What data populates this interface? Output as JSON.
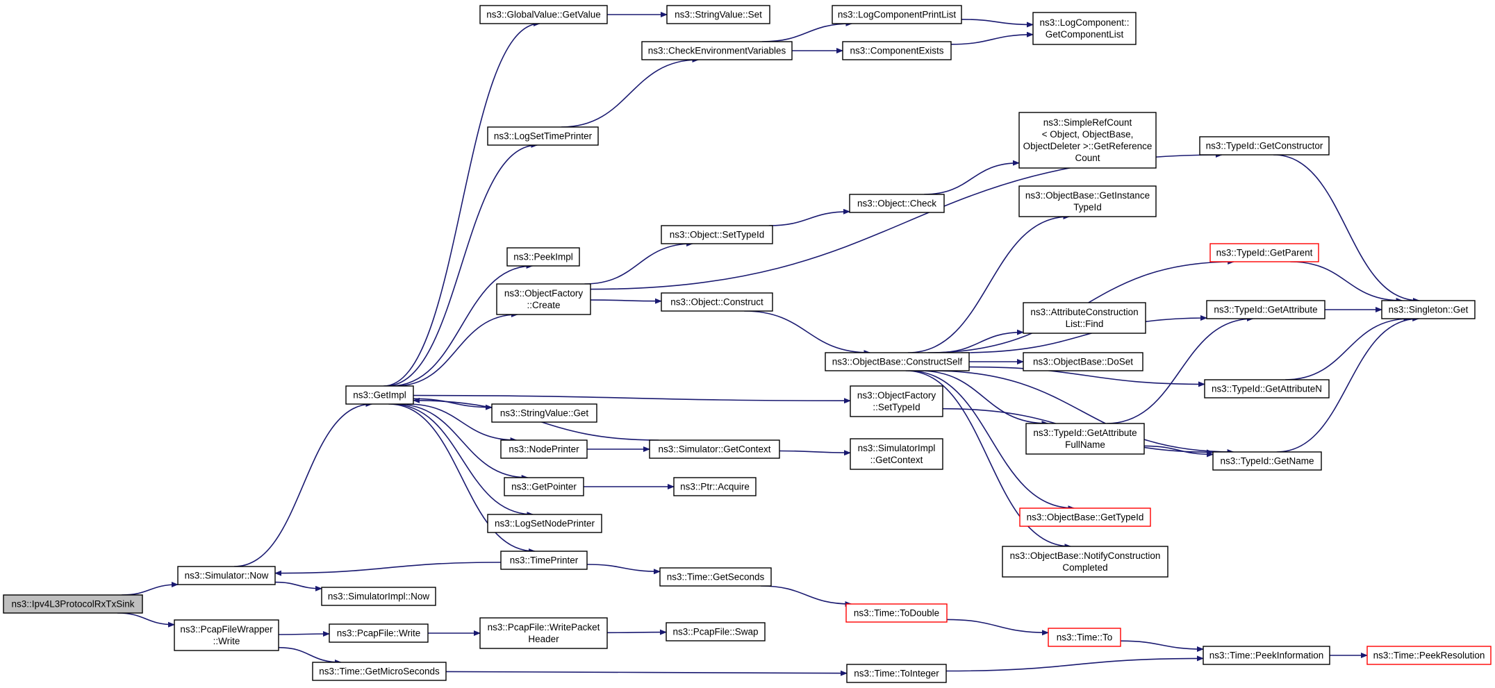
{
  "nodes": [
    {
      "id": "root",
      "lines": [
        "ns3::Ipv4L3ProtocolRxTxSink"
      ],
      "style": "root"
    },
    {
      "id": "sim_now",
      "lines": [
        "ns3::Simulator::Now"
      ],
      "style": "normal"
    },
    {
      "id": "pcap_wrap",
      "lines": [
        "ns3::PcapFileWrapper",
        "::Write"
      ],
      "style": "normal"
    },
    {
      "id": "getimpl",
      "lines": [
        "ns3::GetImpl"
      ],
      "style": "normal"
    },
    {
      "id": "simimpl_now",
      "lines": [
        "ns3::SimulatorImpl::Now"
      ],
      "style": "normal"
    },
    {
      "id": "pcap_write",
      "lines": [
        "ns3::PcapFile::Write"
      ],
      "style": "normal"
    },
    {
      "id": "time_getmicro",
      "lines": [
        "ns3::Time::GetMicroSeconds"
      ],
      "style": "normal"
    },
    {
      "id": "globalvalue_getvalue",
      "lines": [
        "ns3::GlobalValue::GetValue"
      ],
      "style": "normal"
    },
    {
      "id": "log_settimeprinter",
      "lines": [
        "ns3::LogSetTimePrinter"
      ],
      "style": "normal"
    },
    {
      "id": "peekimpl",
      "lines": [
        "ns3::PeekImpl"
      ],
      "style": "normal"
    },
    {
      "id": "objfactory_create",
      "lines": [
        "ns3::ObjectFactory",
        "::Create"
      ],
      "style": "normal"
    },
    {
      "id": "stringvalue_get",
      "lines": [
        "ns3::StringValue::Get"
      ],
      "style": "normal"
    },
    {
      "id": "nodeprinter",
      "lines": [
        "ns3::NodePrinter"
      ],
      "style": "normal"
    },
    {
      "id": "getpointer",
      "lines": [
        "ns3::GetPointer"
      ],
      "style": "normal"
    },
    {
      "id": "log_setnodeprinter",
      "lines": [
        "ns3::LogSetNodePrinter"
      ],
      "style": "normal"
    },
    {
      "id": "timeprinter",
      "lines": [
        "ns3::TimePrinter"
      ],
      "style": "normal"
    },
    {
      "id": "pcap_writepacketheader",
      "lines": [
        "ns3::PcapFile::WritePacket",
        "Header"
      ],
      "style": "normal"
    },
    {
      "id": "stringvalue_set",
      "lines": [
        "ns3::StringValue::Set"
      ],
      "style": "normal"
    },
    {
      "id": "check_env",
      "lines": [
        "ns3::CheckEnvironmentVariables"
      ],
      "style": "normal"
    },
    {
      "id": "object_settypeid",
      "lines": [
        "ns3::Object::SetTypeId"
      ],
      "style": "normal"
    },
    {
      "id": "object_construct",
      "lines": [
        "ns3::Object::Construct"
      ],
      "style": "normal"
    },
    {
      "id": "simulator_getcontext",
      "lines": [
        "ns3::Simulator::GetContext"
      ],
      "style": "normal"
    },
    {
      "id": "ptr_acquire",
      "lines": [
        "ns3::Ptr::Acquire"
      ],
      "style": "normal"
    },
    {
      "id": "time_getseconds",
      "lines": [
        "ns3::Time::GetSeconds"
      ],
      "style": "normal"
    },
    {
      "id": "pcap_swap",
      "lines": [
        "ns3::PcapFile::Swap"
      ],
      "style": "normal"
    },
    {
      "id": "log_componentprintlist",
      "lines": [
        "ns3::LogComponentPrintList"
      ],
      "style": "normal"
    },
    {
      "id": "componentexists",
      "lines": [
        "ns3::ComponentExists"
      ],
      "style": "normal"
    },
    {
      "id": "object_check",
      "lines": [
        "ns3::Object::Check"
      ],
      "style": "normal"
    },
    {
      "id": "objbase_constructself",
      "lines": [
        "ns3::ObjectBase::ConstructSelf"
      ],
      "style": "normal"
    },
    {
      "id": "objfactory_settypeid",
      "lines": [
        "ns3::ObjectFactory",
        "::SetTypeId"
      ],
      "style": "normal"
    },
    {
      "id": "simimpl_getcontext",
      "lines": [
        "ns3::SimulatorImpl",
        "::GetContext"
      ],
      "style": "normal"
    },
    {
      "id": "time_todouble",
      "lines": [
        "ns3::Time::ToDouble"
      ],
      "style": "red"
    },
    {
      "id": "time_tointeger",
      "lines": [
        "ns3::Time::ToInteger"
      ],
      "style": "normal"
    },
    {
      "id": "logcomponent_getlist",
      "lines": [
        "ns3::LogComponent::",
        "GetComponentList"
      ],
      "style": "normal"
    },
    {
      "id": "simplerefcount",
      "lines": [
        "ns3::SimpleRefCount",
        "< Object, ObjectBase,",
        "ObjectDeleter >::GetReference",
        "Count"
      ],
      "style": "normal"
    },
    {
      "id": "objbase_getinstancetypeid",
      "lines": [
        "ns3::ObjectBase::GetInstance",
        "TypeId"
      ],
      "style": "normal"
    },
    {
      "id": "attrconstructionlist_find",
      "lines": [
        "ns3::AttributeConstruction",
        "List::Find"
      ],
      "style": "normal"
    },
    {
      "id": "objbase_doset",
      "lines": [
        "ns3::ObjectBase::DoSet"
      ],
      "style": "normal"
    },
    {
      "id": "typeid_getattributefullname",
      "lines": [
        "ns3::TypeId::GetAttribute",
        "FullName"
      ],
      "style": "normal"
    },
    {
      "id": "objbase_gettypeid",
      "lines": [
        "ns3::ObjectBase::GetTypeId"
      ],
      "style": "red"
    },
    {
      "id": "objbase_notifyconstruction",
      "lines": [
        "ns3::ObjectBase::NotifyConstruction",
        "Completed"
      ],
      "style": "normal"
    },
    {
      "id": "time_to",
      "lines": [
        "ns3::Time::To"
      ],
      "style": "red"
    },
    {
      "id": "typeid_getconstructor",
      "lines": [
        "ns3::TypeId::GetConstructor"
      ],
      "style": "normal"
    },
    {
      "id": "typeid_getparent",
      "lines": [
        "ns3::TypeId::GetParent"
      ],
      "style": "red"
    },
    {
      "id": "typeid_getattribute",
      "lines": [
        "ns3::TypeId::GetAttribute"
      ],
      "style": "normal"
    },
    {
      "id": "typeid_getattributen",
      "lines": [
        "ns3::TypeId::GetAttributeN"
      ],
      "style": "normal"
    },
    {
      "id": "typeid_getname",
      "lines": [
        "ns3::TypeId::GetName"
      ],
      "style": "normal"
    },
    {
      "id": "time_peekinformation",
      "lines": [
        "ns3::Time::PeekInformation"
      ],
      "style": "normal"
    },
    {
      "id": "singleton_get",
      "lines": [
        "ns3::Singleton::Get"
      ],
      "style": "normal"
    },
    {
      "id": "time_peekresolution",
      "lines": [
        "ns3::Time::PeekResolution"
      ],
      "style": "red"
    }
  ],
  "edges": [
    [
      "root",
      "sim_now"
    ],
    [
      "root",
      "pcap_wrap"
    ],
    [
      "sim_now",
      "getimpl"
    ],
    [
      "sim_now",
      "simimpl_now"
    ],
    [
      "pcap_wrap",
      "pcap_write"
    ],
    [
      "pcap_wrap",
      "time_getmicro"
    ],
    [
      "getimpl",
      "globalvalue_getvalue"
    ],
    [
      "getimpl",
      "log_settimeprinter"
    ],
    [
      "getimpl",
      "peekimpl"
    ],
    [
      "getimpl",
      "objfactory_create"
    ],
    [
      "getimpl",
      "stringvalue_get"
    ],
    [
      "getimpl",
      "nodeprinter"
    ],
    [
      "getimpl",
      "getpointer"
    ],
    [
      "getimpl",
      "log_setnodeprinter"
    ],
    [
      "getimpl",
      "timeprinter"
    ],
    [
      "getimpl",
      "objfactory_settypeid"
    ],
    [
      "timeprinter",
      "sim_now"
    ],
    [
      "timeprinter",
      "time_getseconds"
    ],
    [
      "globalvalue_getvalue",
      "stringvalue_set"
    ],
    [
      "log_settimeprinter",
      "check_env"
    ],
    [
      "check_env",
      "log_componentprintlist"
    ],
    [
      "check_env",
      "componentexists"
    ],
    [
      "log_componentprintlist",
      "logcomponent_getlist"
    ],
    [
      "componentexists",
      "logcomponent_getlist"
    ],
    [
      "objfactory_create",
      "object_settypeid"
    ],
    [
      "objfactory_create",
      "object_construct"
    ],
    [
      "objfactory_create",
      "typeid_getconstructor"
    ],
    [
      "object_settypeid",
      "object_check"
    ],
    [
      "object_check",
      "simplerefcount"
    ],
    [
      "object_construct",
      "objbase_constructself"
    ],
    [
      "nodeprinter",
      "simulator_getcontext"
    ],
    [
      "simulator_getcontext",
      "getimpl"
    ],
    [
      "simulator_getcontext",
      "simimpl_getcontext"
    ],
    [
      "getpointer",
      "ptr_acquire"
    ],
    [
      "pcap_write",
      "pcap_writepacketheader"
    ],
    [
      "pcap_writepacketheader",
      "pcap_swap"
    ],
    [
      "time_getseconds",
      "time_todouble"
    ],
    [
      "time_todouble",
      "time_to"
    ],
    [
      "time_to",
      "time_peekinformation"
    ],
    [
      "time_getmicro",
      "time_tointeger"
    ],
    [
      "time_tointeger",
      "time_peekinformation"
    ],
    [
      "time_peekinformation",
      "time_peekresolution"
    ],
    [
      "objbase_constructself",
      "objbase_getinstancetypeid"
    ],
    [
      "objbase_constructself",
      "typeid_getparent"
    ],
    [
      "objbase_constructself",
      "typeid_getattribute"
    ],
    [
      "objbase_constructself",
      "attrconstructionlist_find"
    ],
    [
      "objbase_constructself",
      "objbase_doset"
    ],
    [
      "objbase_constructself",
      "typeid_getattributen"
    ],
    [
      "objbase_constructself",
      "typeid_getattributefullname"
    ],
    [
      "objbase_constructself",
      "typeid_getname"
    ],
    [
      "objbase_constructself",
      "objbase_gettypeid"
    ],
    [
      "objbase_constructself",
      "objbase_notifyconstruction"
    ],
    [
      "objfactory_settypeid",
      "typeid_getname"
    ],
    [
      "typeid_getattributefullname",
      "typeid_getattribute"
    ],
    [
      "typeid_getattributefullname",
      "typeid_getname"
    ],
    [
      "typeid_getconstructor",
      "singleton_get"
    ],
    [
      "typeid_getparent",
      "singleton_get"
    ],
    [
      "typeid_getattribute",
      "singleton_get"
    ],
    [
      "typeid_getattributen",
      "singleton_get"
    ],
    [
      "typeid_getname",
      "singleton_get"
    ]
  ]
}
